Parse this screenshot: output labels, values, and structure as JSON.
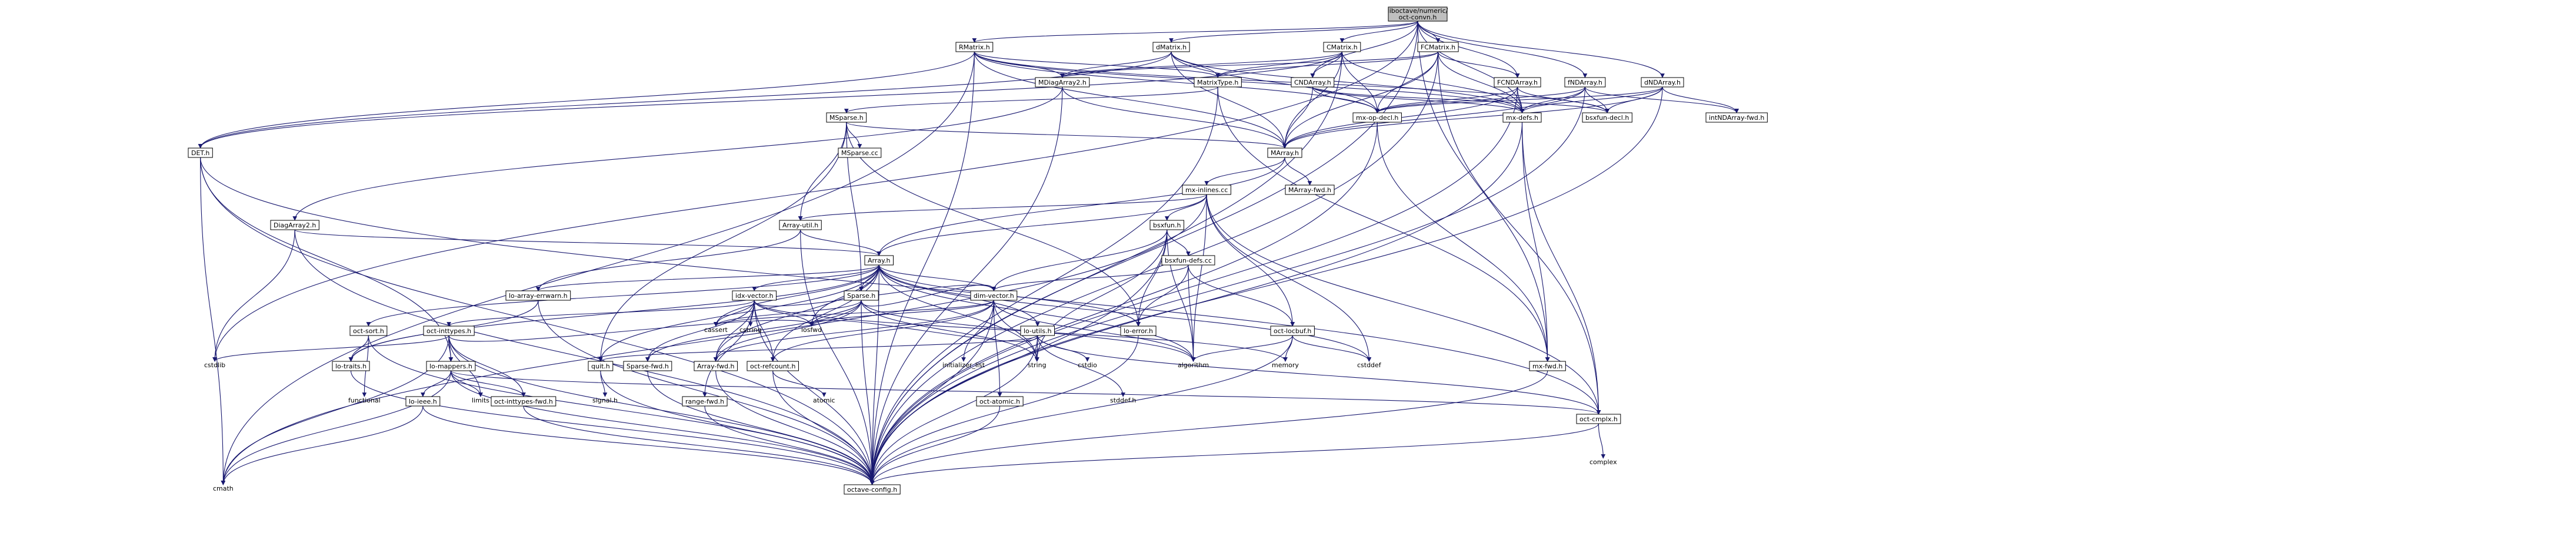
{
  "graph": {
    "root": "liboctave/numeric/oct-convn.h",
    "nodes": {
      "root": "liboctave/numeric/oct-convn.h",
      "rmatrix": "RMatrix.h",
      "dmatrix": "dMatrix.h",
      "cmatrix": "CMatrix.h",
      "fcmatrix": "FCMatrix.h",
      "fcndarray": "FCNDArray.h",
      "fndarray": "fNDArray.h",
      "dndarray": "dNDArray.h",
      "cndarray": "CNDArray.h",
      "mdiagarray2": "MDiagArray2.h",
      "mxtype": "MatrixType.h",
      "mxopdecl": "mx-op-decl.h",
      "mxdefs": "mx-defs.h",
      "bsxfundecl": "bsxfun-decl.h",
      "intndarrayfwd": "intNDArray-fwd.h",
      "msparse": "MSparse.h",
      "msparsecc": "MSparse.cc",
      "det": "DET.h",
      "marray": "MArray.h",
      "mxinlines": "mx-inlines.cc",
      "marrayfwd": "MArray-fwd.h",
      "diagarray2": "DiagArray2.h",
      "arrayutil": "Array-util.h",
      "bsxfun": "bsxfun.h",
      "bsxfundefs": "bsxfun-defs.cc",
      "array": "Array.h",
      "idxvector": "idx-vector.h",
      "sparse": "Sparse.h",
      "dimvector": "dim-vector.h",
      "ioarrayerrwarn": "lo-array-errwarn.h",
      "octsort": "oct-sort.h",
      "octinttypes": "oct-inttypes.h",
      "loutils": "lo-utils.h",
      "octlocbuf": "oct-locbuf.h",
      "loerror": "lo-error.h",
      "mxfwd": "mx-fwd.h",
      "octcmplx": "oct-cmplx.h",
      "lotraits": "lo-traits.h",
      "lomappers": "lo-mappers.h",
      "quith": "quit.h",
      "sparsefwd": "Sparse-fwd.h",
      "arrayfwd": "Array-fwd.h",
      "octrefcount": "oct-refcount.h",
      "rangefwd": "range-fwd.h",
      "octatomic": "oct-atomic.h",
      "octinttypesfwd": "oct-inttypes-fwd.h",
      "loieee": "lo-ieee.h",
      "octaveconfig": "octave-config.h",
      "cmath": "cmath",
      "cstdlib": "cstdlib",
      "functional": "functional",
      "limits": "limits",
      "signal": "signal.h",
      "cassert": "cassert",
      "iosfwd": "iosfwd",
      "cstring": "cstring",
      "string": "string",
      "initlist": "initializer_list",
      "algorithm": "algorithm",
      "cstddef": "cstddef",
      "memory": "memory",
      "cstdio": "cstdio",
      "stddef": "stddef.h",
      "atomic": "atomic",
      "complex": "complex"
    }
  }
}
